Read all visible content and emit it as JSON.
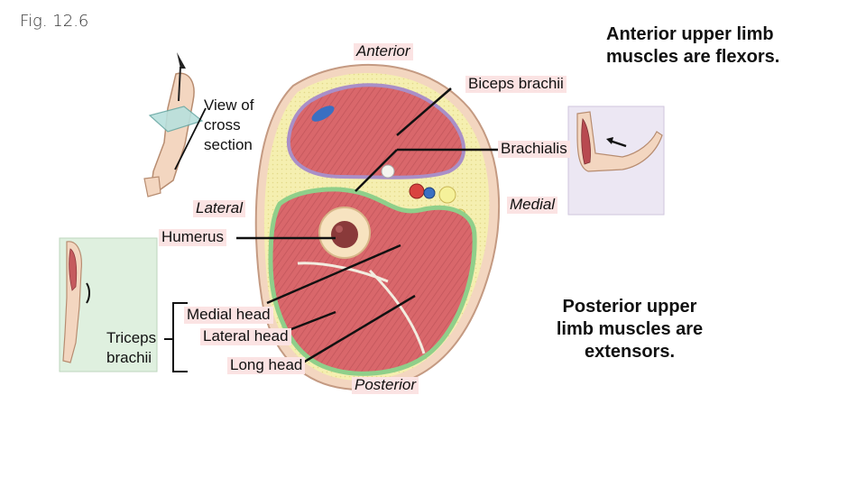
{
  "figure": {
    "number": "Fig. 12.6",
    "flexor_note": "Anterior upper limb muscles are flexors.",
    "extensor_note": "Posterior upper limb muscles are extensors."
  },
  "orientation": {
    "anterior": "Anterior",
    "posterior": "Posterior",
    "lateral": "Lateral",
    "medial": "Medial"
  },
  "labels": {
    "view_of_cross_section": "View of cross section",
    "biceps_brachii": "Biceps brachii",
    "brachialis": "Brachialis",
    "humerus": "Humerus",
    "triceps_brachii": "Triceps brachii",
    "medial_head": "Medial head",
    "lateral_head": "Lateral head",
    "long_head": "Long head"
  },
  "colors": {
    "muscle": "#d9676b",
    "muscle_dark": "#b84a50",
    "fat": "#f5efb0",
    "fascia_anterior": "#a98fc8",
    "fascia_posterior": "#8fcf8a",
    "skin": "#f3d6c0",
    "bone": "#f7e3c0",
    "marrow": "#8a3a3a",
    "inset_bg_posterior": "#dff0df",
    "inset_bg_anterior": "#ece7f3"
  }
}
